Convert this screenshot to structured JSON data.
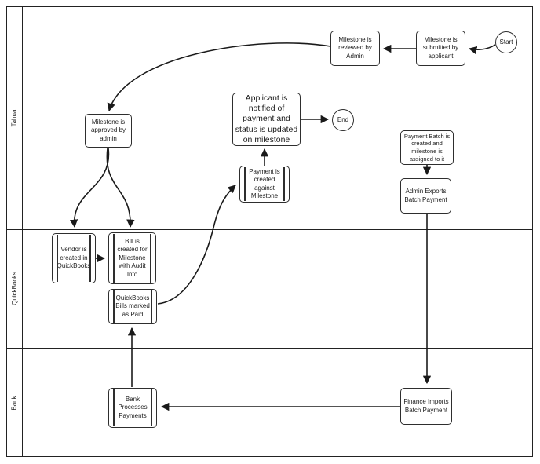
{
  "lanes": [
    {
      "label": "Tahua"
    },
    {
      "label": "QuickBooks"
    },
    {
      "label": "Bank"
    }
  ],
  "nodes": {
    "start": {
      "label": "Start"
    },
    "milestone_submitted": {
      "label": "Milestone is submitted by applicant"
    },
    "milestone_reviewed": {
      "label": "Milestone is reviewed by Admin"
    },
    "milestone_approved": {
      "label": "Milestone is approved by admin"
    },
    "applicant_notified": {
      "label": "Applicant is notified of payment and status is updated on milestone"
    },
    "end": {
      "label": "End"
    },
    "payment_created": {
      "label": "Payment is created against Milestone"
    },
    "payment_batch": {
      "label": "Payment Batch is created and milestone is assigned to it"
    },
    "admin_exports": {
      "label": "Admin Exports Batch Payment"
    },
    "vendor_created": {
      "label": "Vendor is created in QuickBooks"
    },
    "bill_created": {
      "label": "Bill is created for Milestone with Audit Info"
    },
    "bills_paid": {
      "label": "QuickBooks Bills marked as Paid"
    },
    "bank_processes": {
      "label": "Bank Processes Payments"
    },
    "finance_imports": {
      "label": "Finance Imports Batch Payment"
    }
  },
  "colors": {
    "stroke": "#222222",
    "edge": "#1a1a1a",
    "background": "#ffffff"
  }
}
